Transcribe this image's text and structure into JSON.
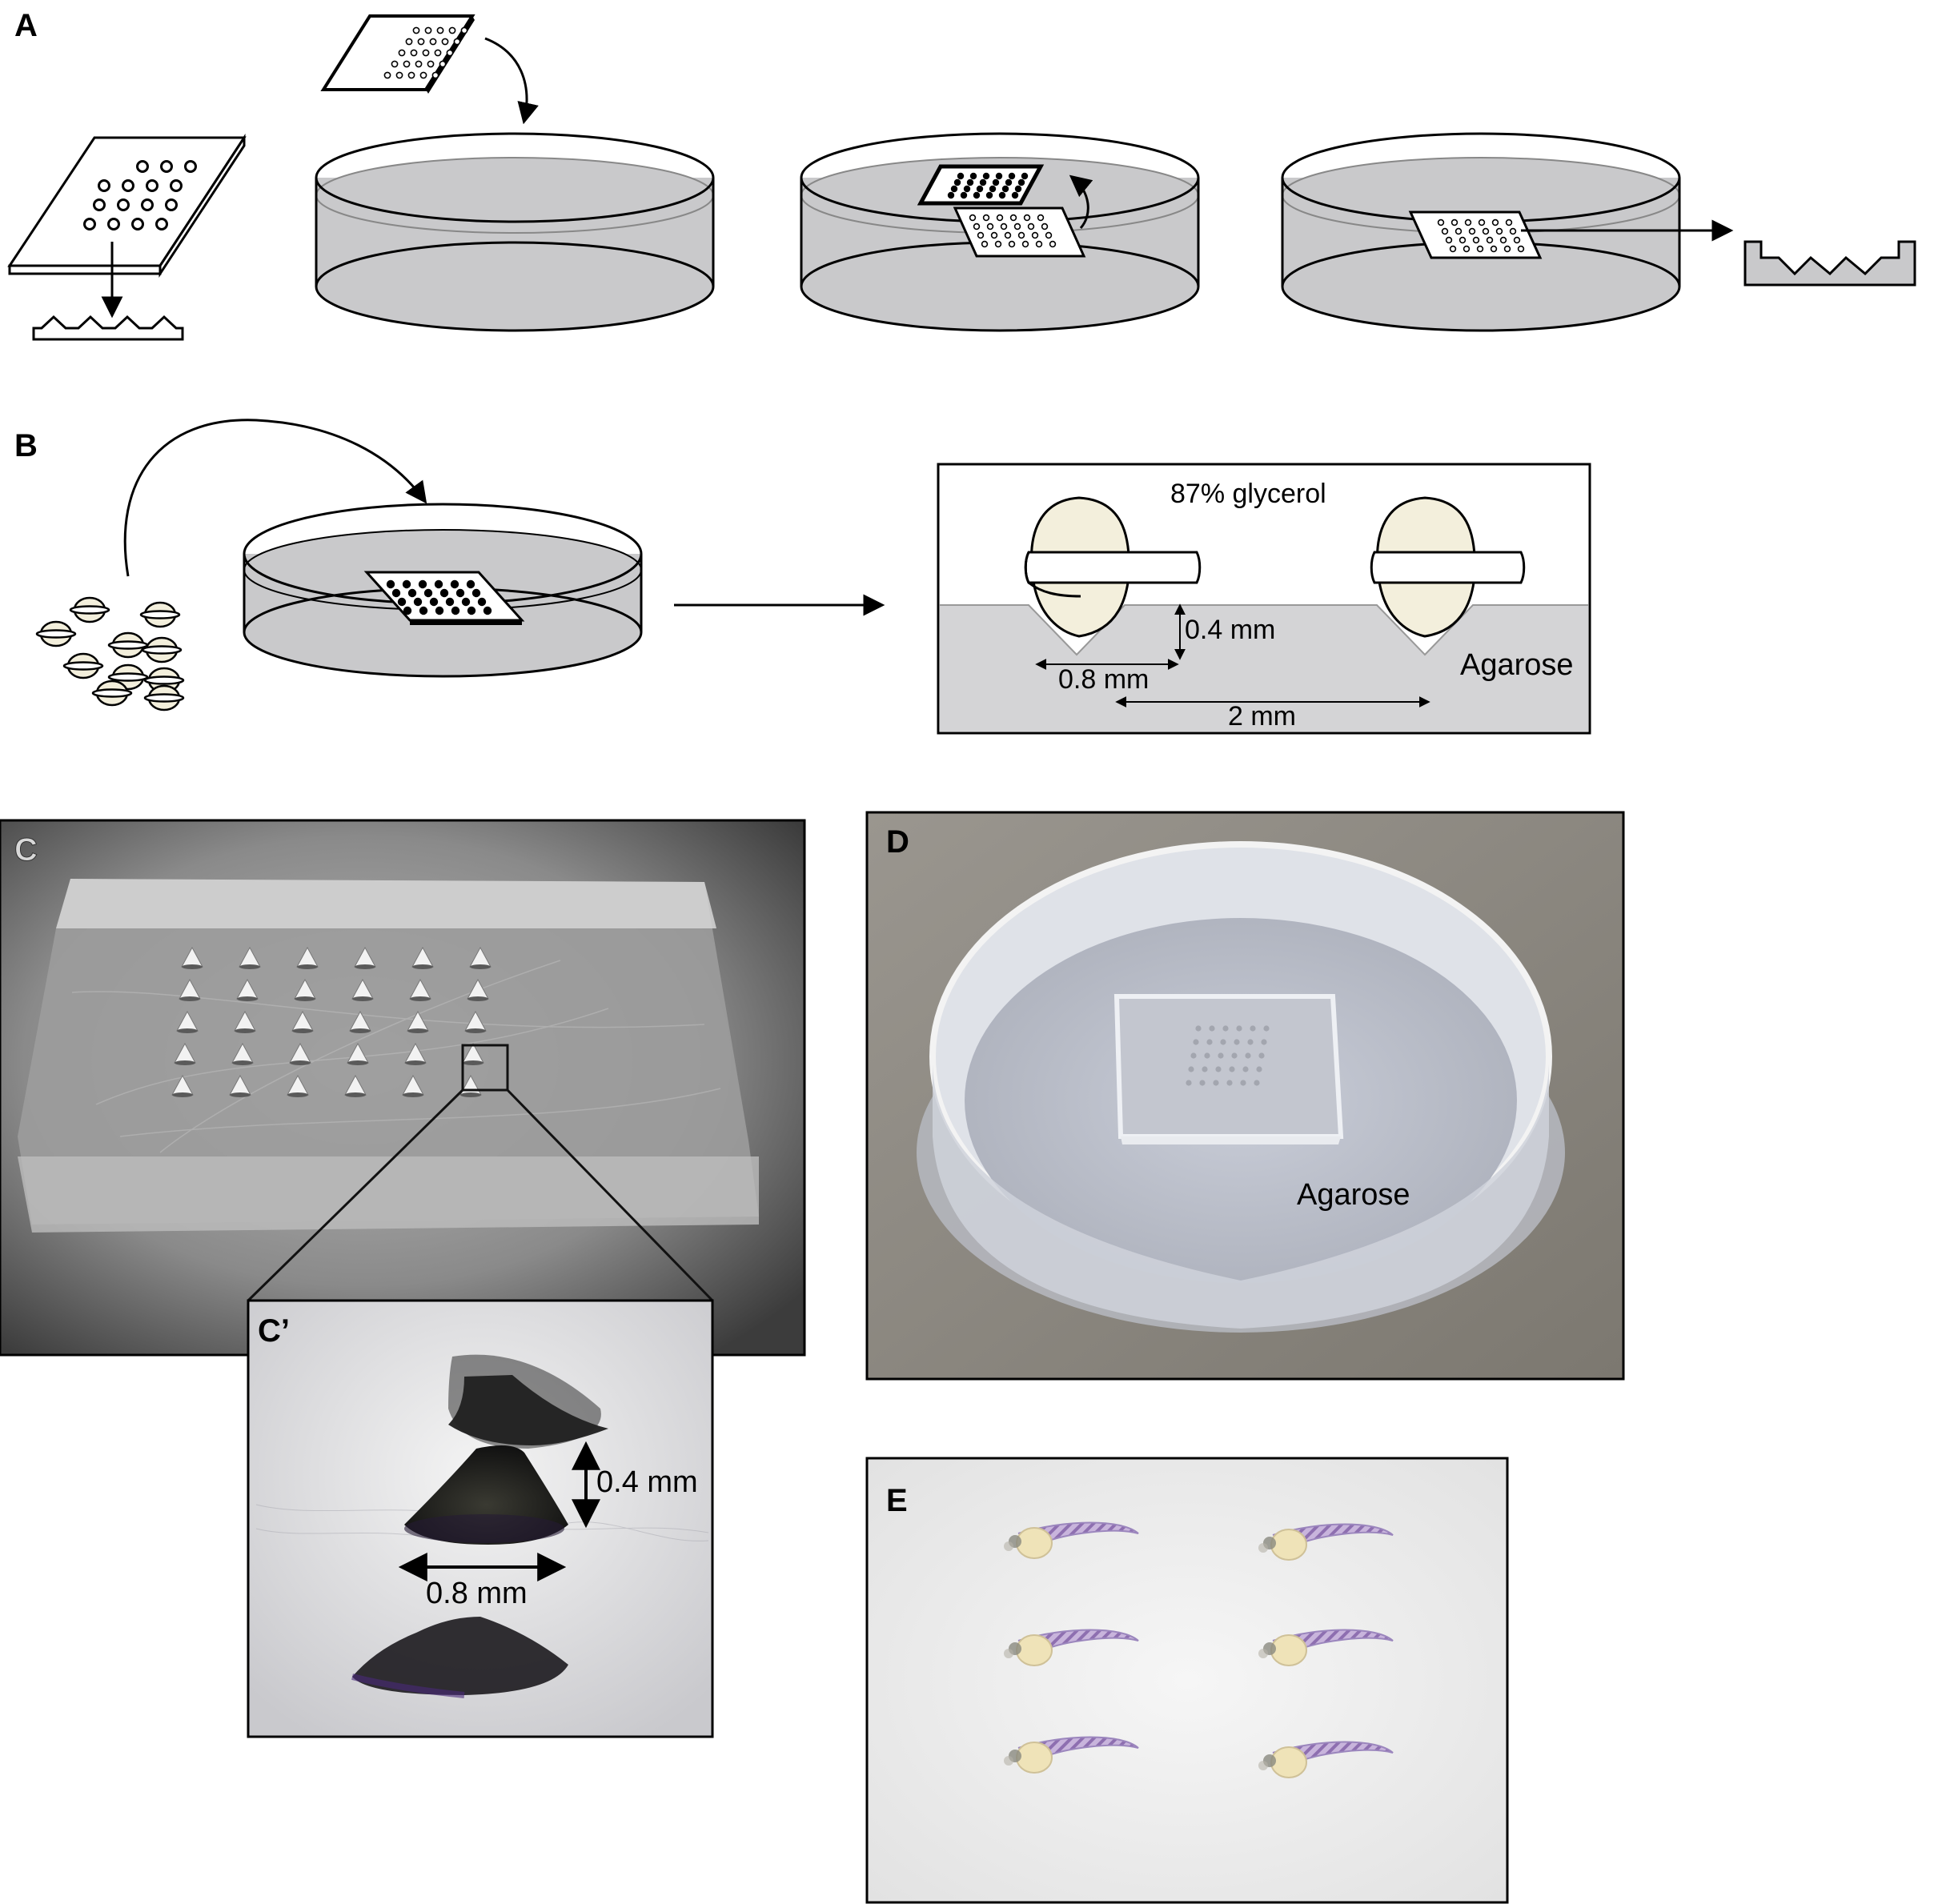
{
  "panels": {
    "a": {
      "letter": "A"
    },
    "b": {
      "letter": "B",
      "glycerol_label": "87% glycerol",
      "agarose_label": "Agarose",
      "depth_label": "0.4 mm",
      "width_label": "0.8 mm",
      "spacing_label": "2 mm"
    },
    "c": {
      "letter": "C"
    },
    "c_prime": {
      "letter": "C’",
      "height_label": "0.4 mm",
      "width_label": "0.8 mm"
    },
    "d": {
      "letter": "D",
      "agarose_label": "Agarose"
    },
    "e": {
      "letter": "E"
    }
  },
  "colors": {
    "liquid_gray": "#c9c9cb",
    "agarose_gray": "#d4d4d6",
    "embryo_yolk": "#f3efdc",
    "photo_c_bg": "#4e4e4e",
    "photo_d_bg": "#8e8a83",
    "photo_e_bg": "#eeeeee"
  }
}
